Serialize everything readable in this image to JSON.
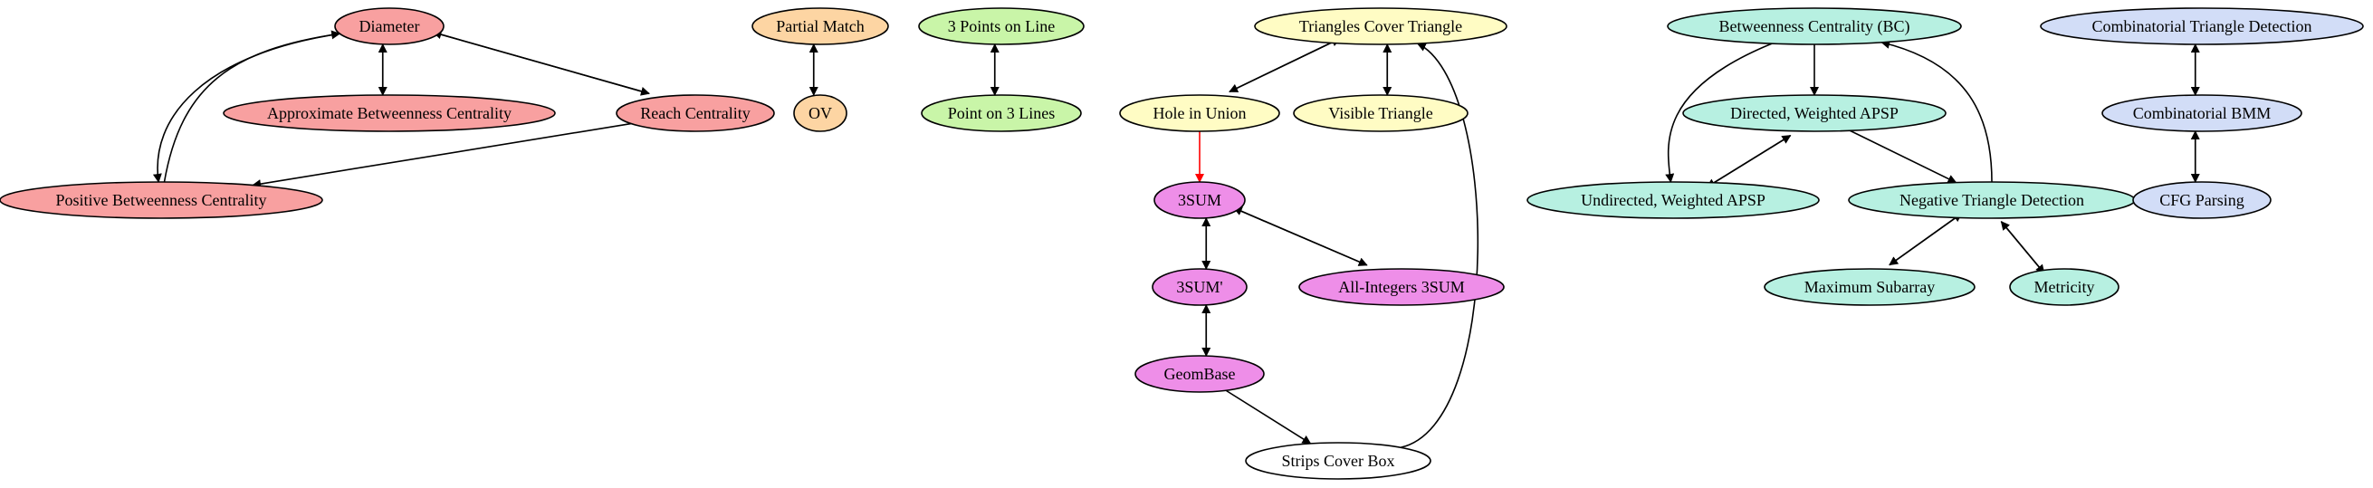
{
  "colors": {
    "red": "#f8a0a0",
    "orange": "#fdd5a3",
    "green": "#c9f5a8",
    "yellow": "#fffcc4",
    "purple": "#ee8ee8",
    "teal": "#b7f0e1",
    "blue": "#d2ddf7",
    "white": "#ffffff",
    "edge_default": "#000000",
    "edge_highlight": "#ff0000"
  },
  "nodes": [
    {
      "id": "diameter",
      "label": "Diameter",
      "group": "red"
    },
    {
      "id": "approx-bc",
      "label": "Approximate Betweenness Centrality",
      "group": "red"
    },
    {
      "id": "reach",
      "label": "Reach Centrality",
      "group": "red"
    },
    {
      "id": "positive-bc",
      "label": "Positive Betweenness Centrality",
      "group": "red"
    },
    {
      "id": "partial-match",
      "label": "Partial Match",
      "group": "orange"
    },
    {
      "id": "ov",
      "label": "OV",
      "group": "orange"
    },
    {
      "id": "three-points",
      "label": "3 Points on Line",
      "group": "green"
    },
    {
      "id": "point-3-lines",
      "label": "Point on 3 Lines",
      "group": "green"
    },
    {
      "id": "triangles-cover",
      "label": "Triangles Cover Triangle",
      "group": "yellow"
    },
    {
      "id": "hole-union",
      "label": "Hole in Union",
      "group": "yellow"
    },
    {
      "id": "visible-triangle",
      "label": "Visible Triangle",
      "group": "yellow"
    },
    {
      "id": "3sum",
      "label": "3SUM",
      "group": "purple"
    },
    {
      "id": "3sum-prime",
      "label": "3SUM'",
      "group": "purple"
    },
    {
      "id": "all-int-3sum",
      "label": "All-Integers 3SUM",
      "group": "purple"
    },
    {
      "id": "geombase",
      "label": "GeomBase",
      "group": "purple"
    },
    {
      "id": "strips-cover",
      "label": "Strips Cover Box",
      "group": "white"
    },
    {
      "id": "bc",
      "label": "Betweenness Centrality (BC)",
      "group": "teal"
    },
    {
      "id": "dir-apsp",
      "label": "Directed, Weighted APSP",
      "group": "teal"
    },
    {
      "id": "undir-apsp",
      "label": "Undirected, Weighted APSP",
      "group": "teal"
    },
    {
      "id": "neg-tri",
      "label": "Negative Triangle Detection",
      "group": "teal"
    },
    {
      "id": "max-subarray",
      "label": "Maximum Subarray",
      "group": "teal"
    },
    {
      "id": "metricity",
      "label": "Metricity",
      "group": "teal"
    },
    {
      "id": "comb-tri",
      "label": "Combinatorial Triangle Detection",
      "group": "blue"
    },
    {
      "id": "comb-bmm",
      "label": "Combinatorial BMM",
      "group": "blue"
    },
    {
      "id": "cfg",
      "label": "CFG Parsing",
      "group": "blue"
    }
  ],
  "edges": [
    {
      "from": "diameter",
      "to": "approx-bc"
    },
    {
      "from": "approx-bc",
      "to": "diameter"
    },
    {
      "from": "diameter",
      "to": "reach"
    },
    {
      "from": "reach",
      "to": "diameter"
    },
    {
      "from": "diameter",
      "to": "positive-bc"
    },
    {
      "from": "positive-bc",
      "to": "diameter"
    },
    {
      "from": "reach",
      "to": "positive-bc"
    },
    {
      "from": "partial-match",
      "to": "ov"
    },
    {
      "from": "ov",
      "to": "partial-match"
    },
    {
      "from": "three-points",
      "to": "point-3-lines"
    },
    {
      "from": "point-3-lines",
      "to": "three-points"
    },
    {
      "from": "triangles-cover",
      "to": "hole-union"
    },
    {
      "from": "hole-union",
      "to": "triangles-cover"
    },
    {
      "from": "triangles-cover",
      "to": "visible-triangle"
    },
    {
      "from": "visible-triangle",
      "to": "triangles-cover"
    },
    {
      "from": "hole-union",
      "to": "3sum",
      "highlight": true
    },
    {
      "from": "3sum",
      "to": "3sum-prime"
    },
    {
      "from": "3sum-prime",
      "to": "3sum"
    },
    {
      "from": "3sum",
      "to": "all-int-3sum"
    },
    {
      "from": "all-int-3sum",
      "to": "3sum"
    },
    {
      "from": "3sum-prime",
      "to": "geombase"
    },
    {
      "from": "geombase",
      "to": "3sum-prime"
    },
    {
      "from": "geombase",
      "to": "strips-cover"
    },
    {
      "from": "strips-cover",
      "to": "triangles-cover"
    },
    {
      "from": "bc",
      "to": "dir-apsp"
    },
    {
      "from": "bc",
      "to": "undir-apsp"
    },
    {
      "from": "dir-apsp",
      "to": "undir-apsp"
    },
    {
      "from": "undir-apsp",
      "to": "dir-apsp"
    },
    {
      "from": "dir-apsp",
      "to": "neg-tri"
    },
    {
      "from": "neg-tri",
      "to": "bc"
    },
    {
      "from": "max-subarray",
      "to": "neg-tri"
    },
    {
      "from": "neg-tri",
      "to": "max-subarray"
    },
    {
      "from": "metricity",
      "to": "neg-tri"
    },
    {
      "from": "neg-tri",
      "to": "metricity"
    },
    {
      "from": "comb-tri",
      "to": "comb-bmm"
    },
    {
      "from": "comb-bmm",
      "to": "comb-tri"
    },
    {
      "from": "comb-bmm",
      "to": "cfg"
    },
    {
      "from": "cfg",
      "to": "comb-bmm"
    }
  ]
}
